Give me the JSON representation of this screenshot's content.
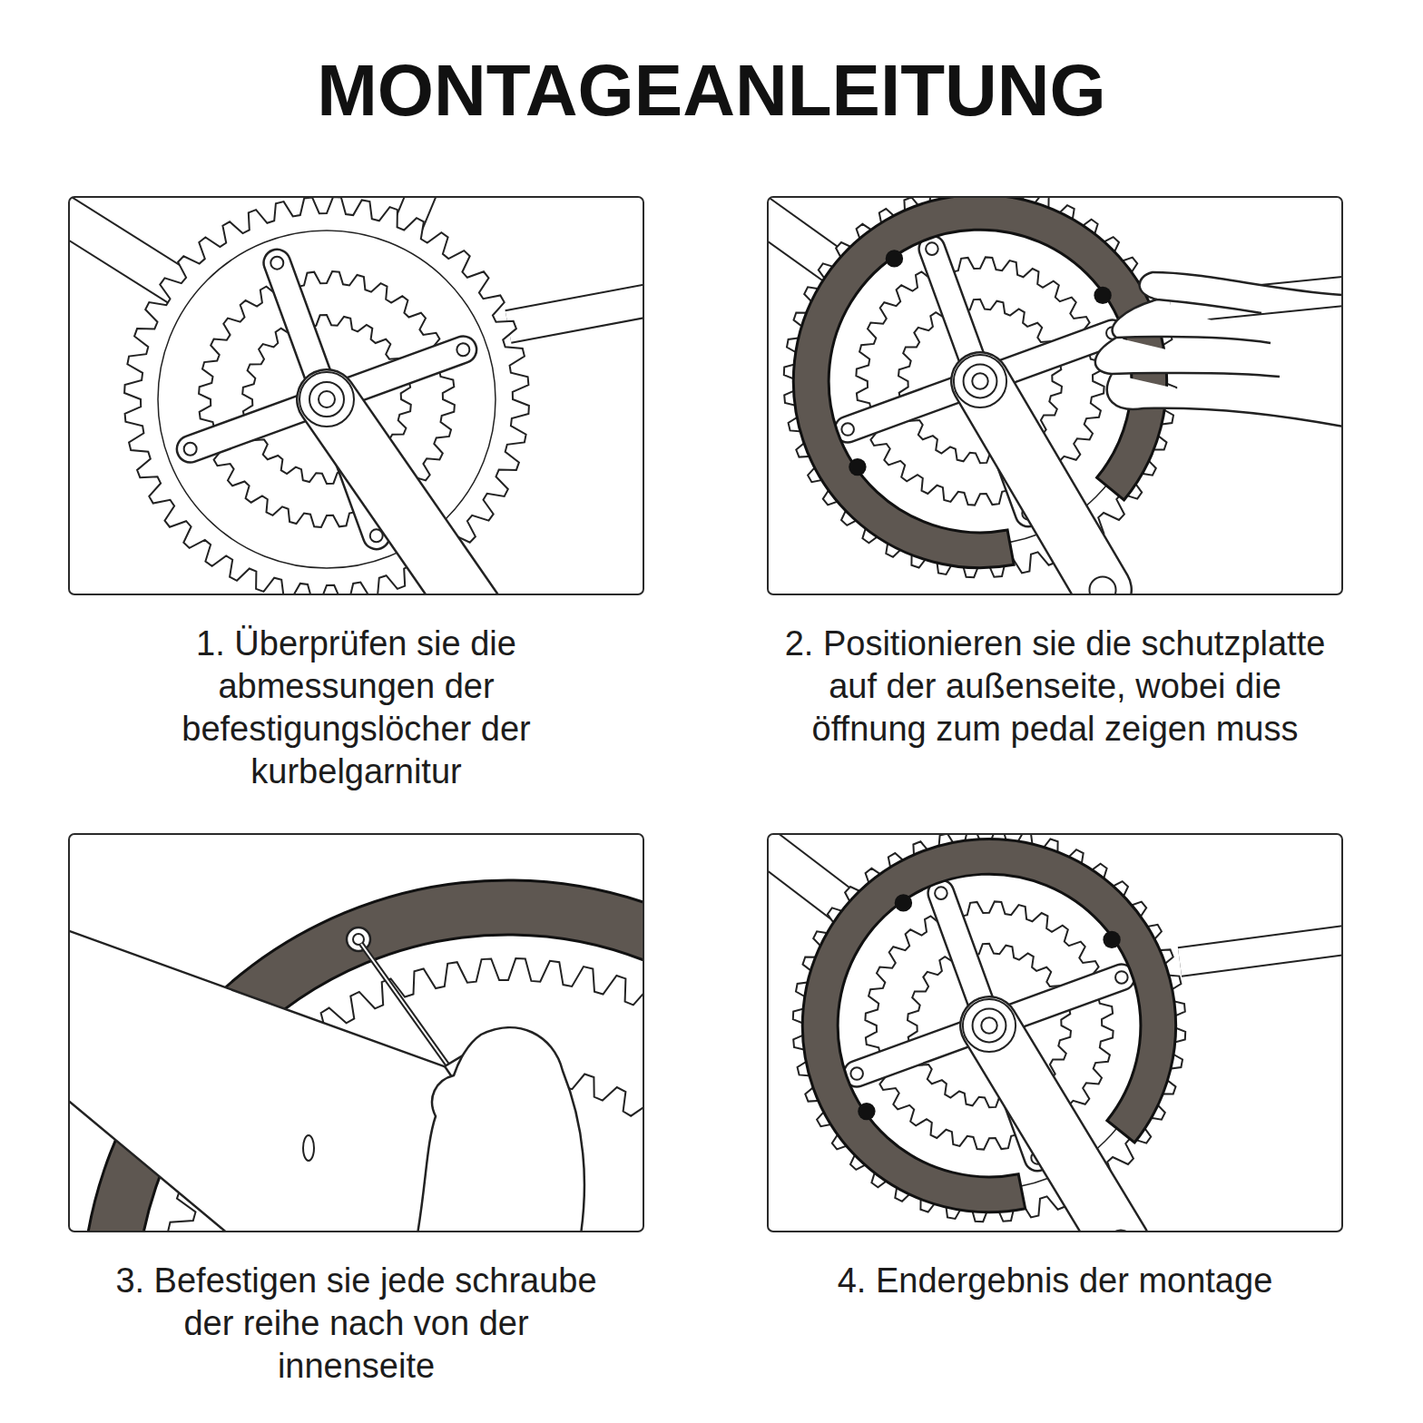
{
  "diagram": {
    "title": "MONTAGEANLEITUNG",
    "nodes": [
      {
        "text": [
          "1. Überprüfen sie die abmessungen der befestigungslöcher der kurbelgarnitur"
        ]
      },
      {
        "text": [
          "2. Positionieren sie die schutzplatte auf der außenseite, wobei die öffnung zum pedal zeigen muss"
        ]
      },
      {
        "text": [
          "3. Befestigen sie jede schraube der reihe nach von der innenseite"
        ]
      },
      {
        "text": [
          "4. Endergebnis der montage"
        ]
      }
    ]
  }
}
